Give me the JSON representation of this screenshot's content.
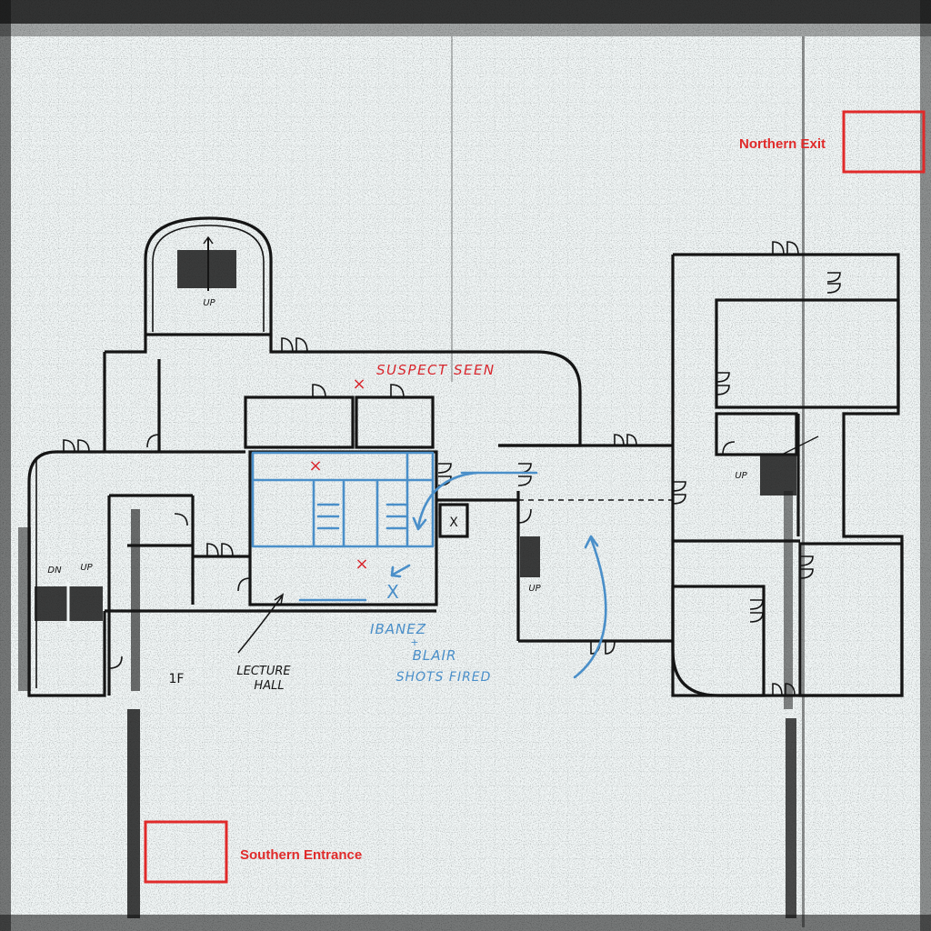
{
  "map": {
    "colors": {
      "background": "#f1f6f6",
      "walls": "#151515",
      "marker_red": "#e02a2a",
      "annotation_red": "#d8272e",
      "annotation_blue": "#4a8fc9"
    },
    "exits": {
      "north": {
        "label": "Northern Exit"
      },
      "south": {
        "label": "Southern Entrance"
      }
    },
    "floor_label": "1F",
    "stairs": {
      "north_up": "UP",
      "west_dn": "DN",
      "west_up": "UP",
      "center_up": "UP",
      "east_up": "UP"
    },
    "annotations": {
      "suspect_seen": "SUSPECT SEEN",
      "lecture_hall": [
        "LECTURE",
        "HALL"
      ],
      "officers": [
        "IBANEZ",
        "+",
        "BLAIR",
        "SHOTS FIRED"
      ]
    },
    "markers": {
      "suspect_marks": "×",
      "officer_mark": "X",
      "elevator_mark": "X"
    }
  }
}
